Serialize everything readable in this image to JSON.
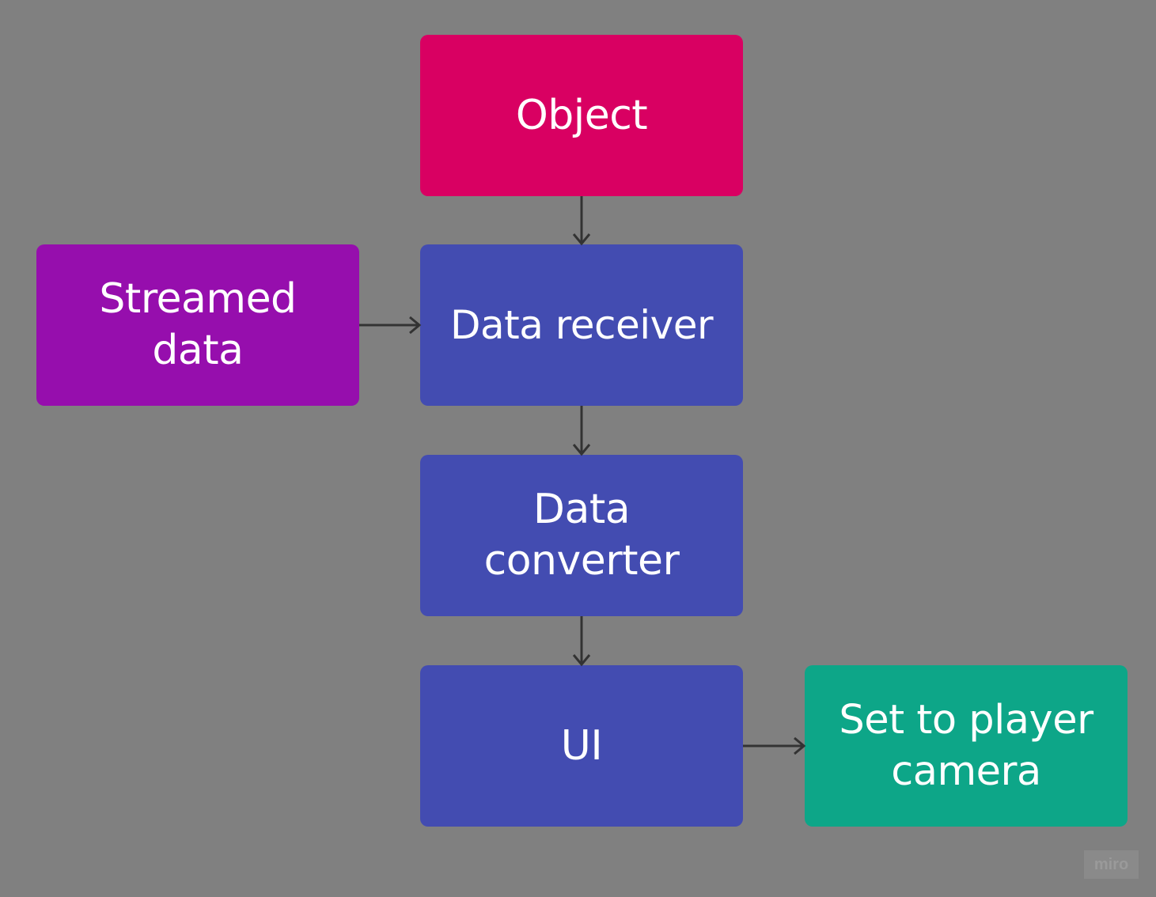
{
  "colors": {
    "background": "#808080",
    "object": "#d90062",
    "streamed_data": "#960ead",
    "process": "#434cb1",
    "output": "#0da688",
    "arrow": "#333333",
    "watermark_bg": "#8a8a8a",
    "watermark_text": "#9a9a9a"
  },
  "nodes": {
    "object": "Object",
    "streamed_data": "Streamed data",
    "data_receiver": "Data receiver",
    "data_converter": "Data converter",
    "ui": "UI",
    "set_to_player_camera": "Set to player camera"
  },
  "edges": [
    {
      "from": "object",
      "to": "data_receiver"
    },
    {
      "from": "streamed_data",
      "to": "data_receiver"
    },
    {
      "from": "data_receiver",
      "to": "data_converter"
    },
    {
      "from": "data_converter",
      "to": "ui"
    },
    {
      "from": "ui",
      "to": "set_to_player_camera"
    }
  ],
  "watermark": "miro"
}
